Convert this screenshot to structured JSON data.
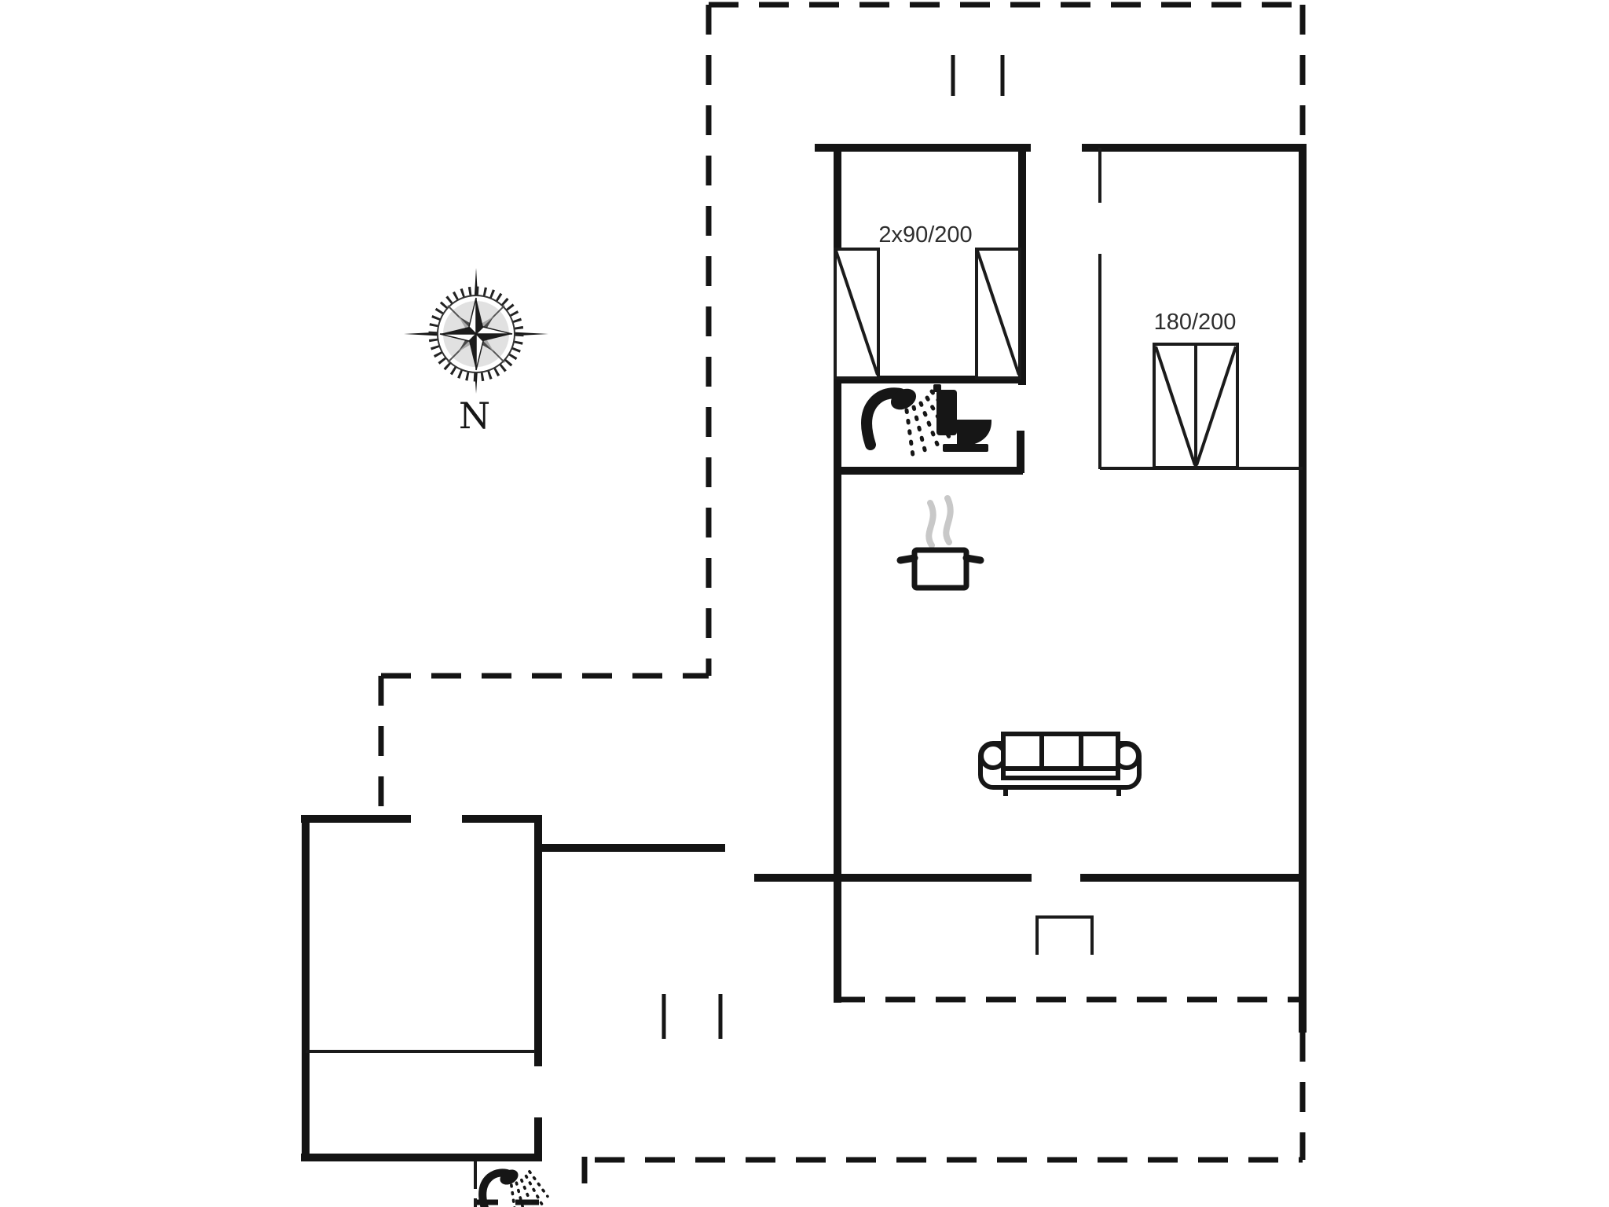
{
  "page": {
    "title": "Floor plan",
    "background": "#ffffff"
  },
  "labels": {
    "bedroom1_beds": "2x90/200",
    "bedroom2_bed": "180/200",
    "compass_north": "N"
  },
  "icons": [
    {
      "name": "compass-rose-icon",
      "meaning": "north orientation indicator"
    },
    {
      "name": "shower-icon",
      "meaning": "shower head with spray",
      "location": "bathroom"
    },
    {
      "name": "toilet-icon",
      "meaning": "toilet",
      "location": "bathroom"
    },
    {
      "name": "cooking-pot-icon",
      "meaning": "kitchen / stove",
      "location": "kitchen area"
    },
    {
      "name": "sofa-icon",
      "meaning": "three-seat sofa",
      "location": "living room"
    },
    {
      "name": "shower-icon",
      "meaning": "outdoor/annex shower",
      "location": "annex"
    }
  ],
  "colors": {
    "wall": "#141414",
    "thin": "#1b1b1b",
    "icon": "#161616",
    "steam": "#c8c8c8",
    "text": "#2e2e2e",
    "background": "#ffffff"
  }
}
